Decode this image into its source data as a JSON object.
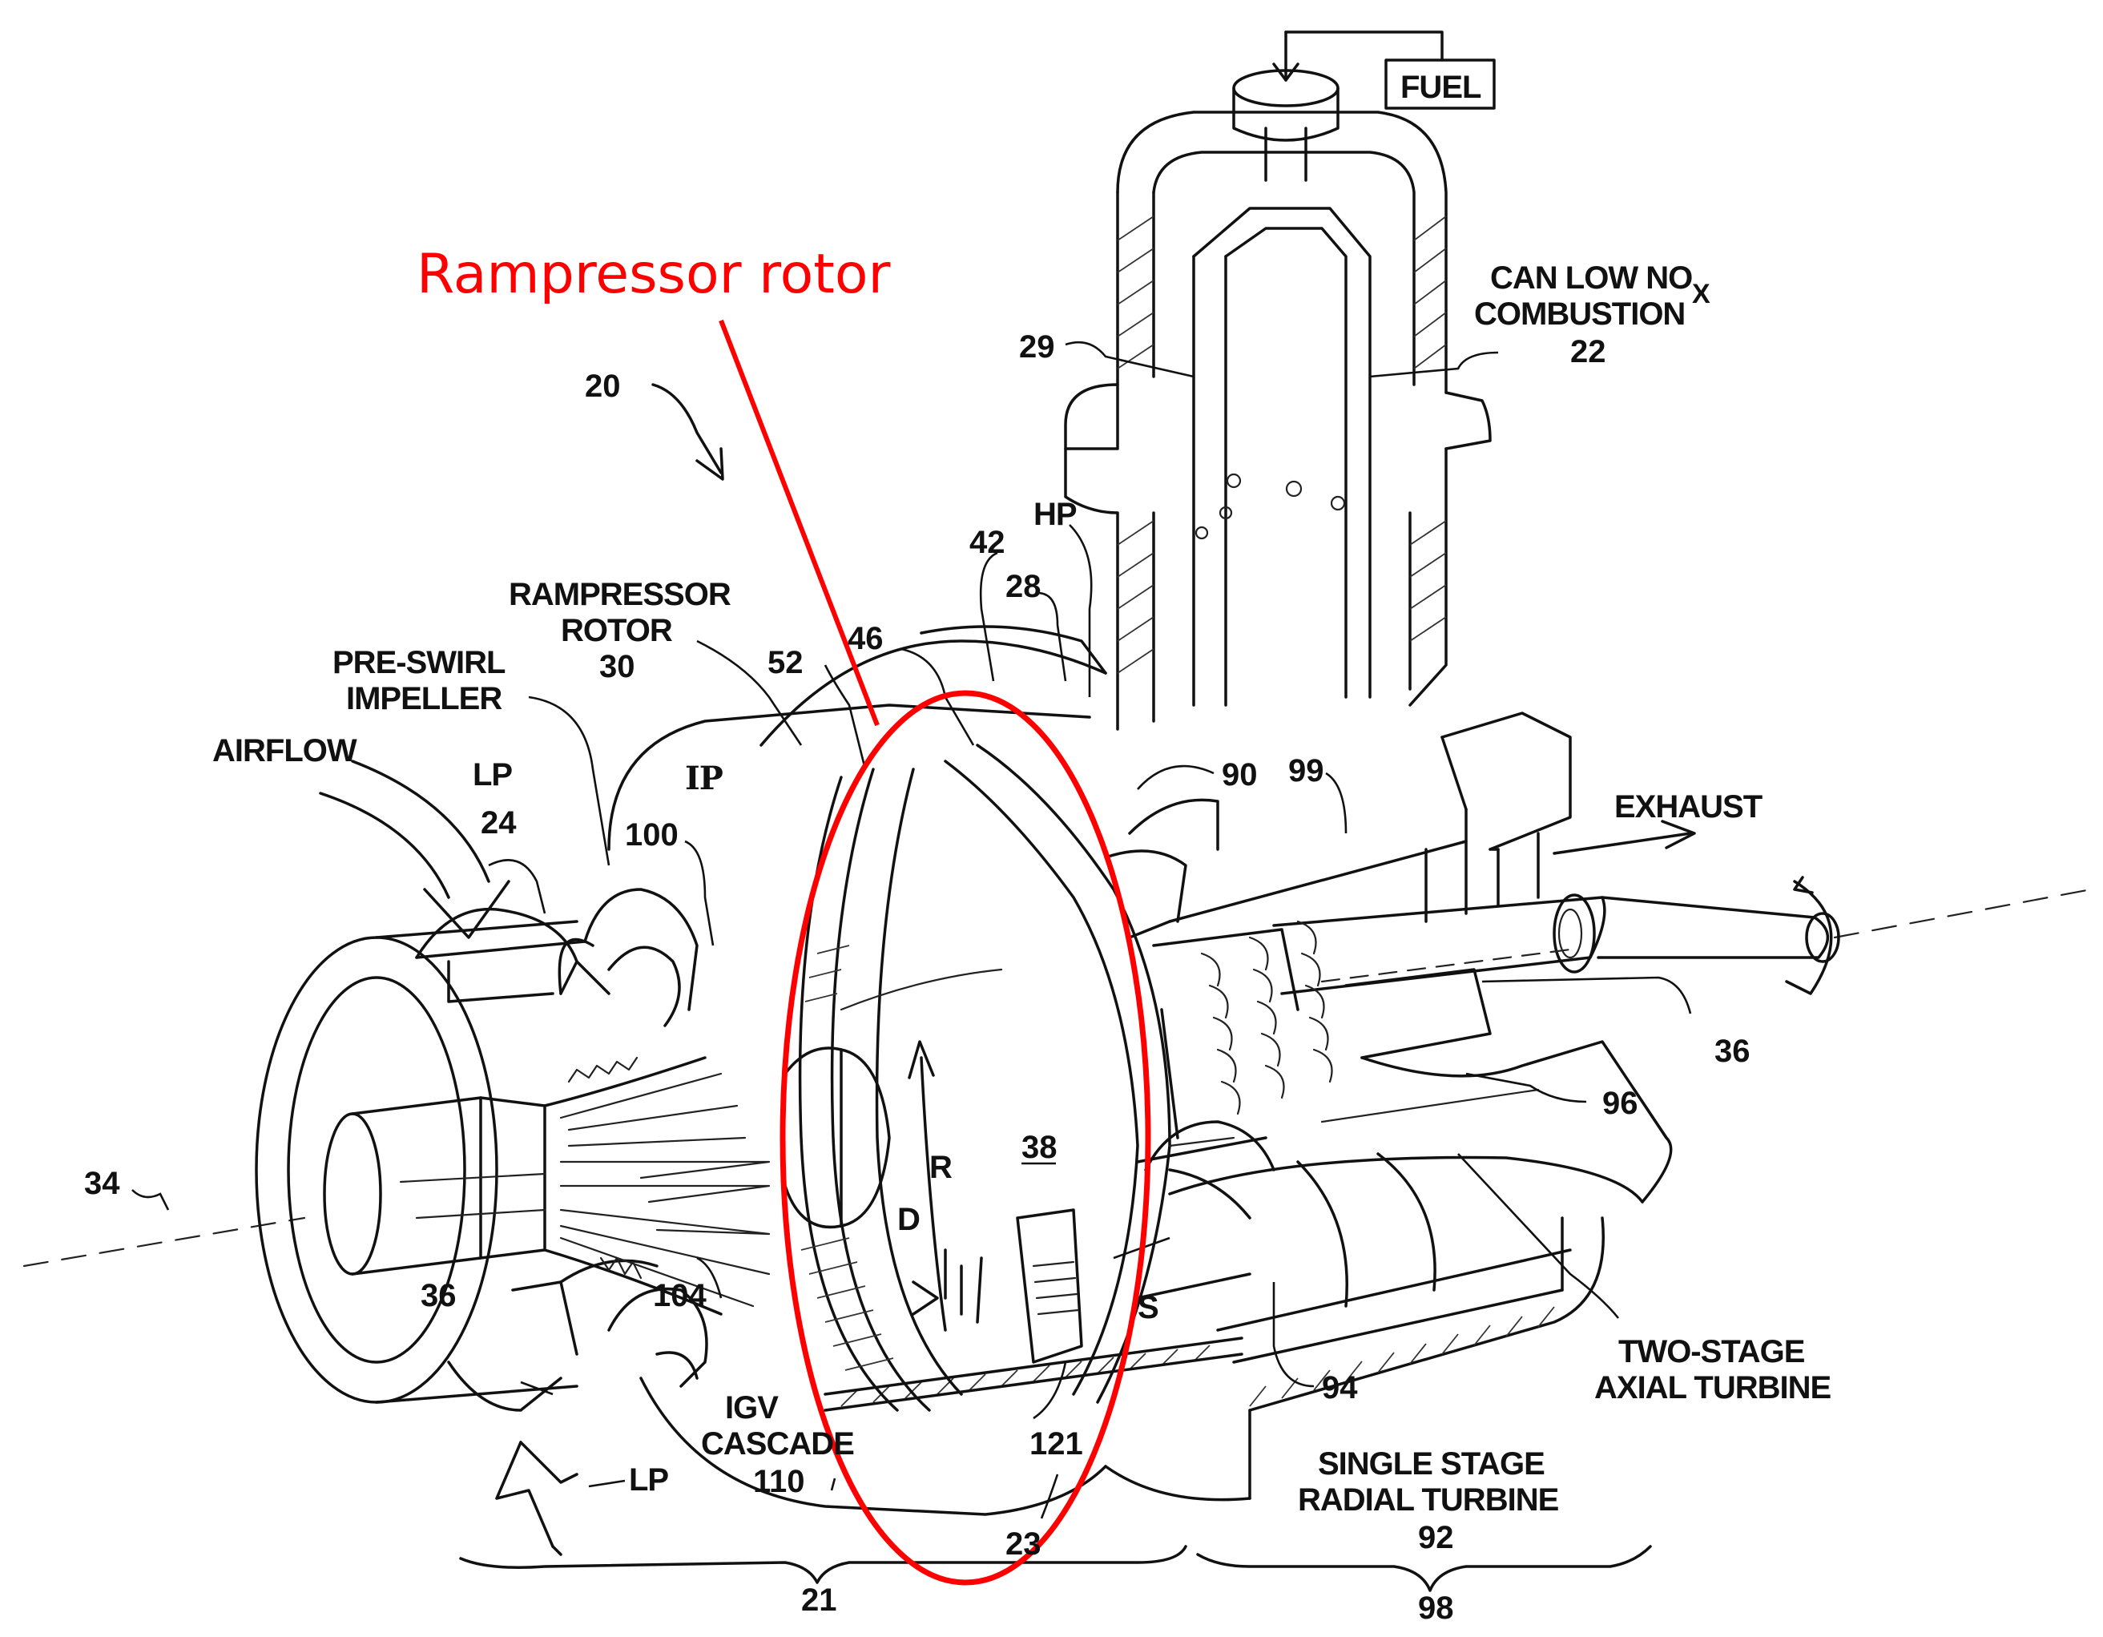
{
  "annotation": {
    "text": "Rampressor rotor",
    "color": "#ff0000"
  },
  "labels": {
    "fuel": "FUEL",
    "can_line1": "CAN LOW NO",
    "can_sub": "X",
    "can_line2": "COMBUSTION",
    "can_num": "22",
    "n29": "29",
    "n20": "20",
    "hp": "HP",
    "n42": "42",
    "n28": "28",
    "ramp_line1": "RAMPRESSOR",
    "ramp_line2": "ROTOR",
    "ramp_num": "30",
    "n46": "46",
    "n52": "52",
    "preswirl_line1": "PRE-SWIRL",
    "preswirl_line2": "IMPELLER",
    "airflow": "AIRFLOW",
    "lp_top": "LP",
    "n24": "24",
    "ip": "IP",
    "n100": "100",
    "n90": "90",
    "n99": "99",
    "exhaust": "EXHAUST",
    "n36_right": "36",
    "n96": "96",
    "n38": "38",
    "r": "R",
    "d": "D",
    "s": "S",
    "n34": "34",
    "n36_left": "36",
    "n104": "104",
    "igv_line1": "IGV",
    "igv_line2": "CASCADE",
    "igv_num": "110",
    "n121": "121",
    "n94": "94",
    "axial_line1": "TWO-STAGE",
    "axial_line2": "AXIAL TURBINE",
    "radial_line1": "SINGLE STAGE",
    "radial_line2": "RADIAL TURBINE",
    "radial_num": "92",
    "lp_bottom": "LP",
    "n23": "23",
    "n21": "21",
    "n98": "98"
  }
}
